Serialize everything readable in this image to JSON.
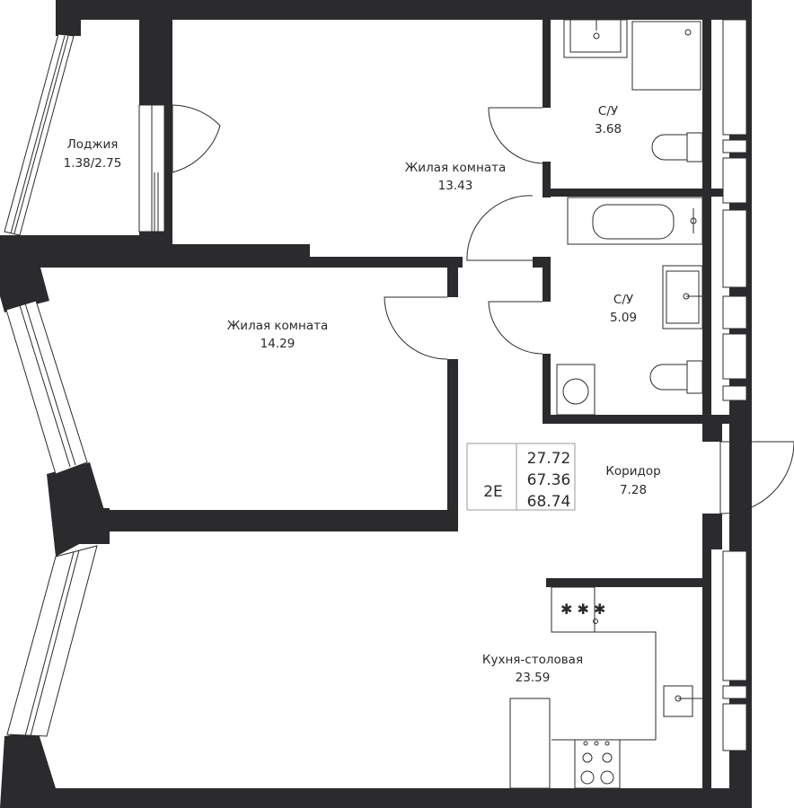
{
  "rooms": {
    "loggia": {
      "name": "Лоджия",
      "area": "1.38/2.75"
    },
    "living1": {
      "name": "Жилая комната",
      "area": "13.43"
    },
    "bath1": {
      "name": "С/У",
      "area": "3.68"
    },
    "bath2": {
      "name": "С/У",
      "area": "5.09"
    },
    "living2": {
      "name": "Жилая комната",
      "area": "14.29"
    },
    "corridor": {
      "name": "Коридор",
      "area": "7.28"
    },
    "kitchen": {
      "name": "Кухня-столовая",
      "area": "23.59"
    }
  },
  "summary": {
    "type": "2Е",
    "living_area": "27.72",
    "total_area": "67.36",
    "total_with_loggia": "68.74"
  }
}
